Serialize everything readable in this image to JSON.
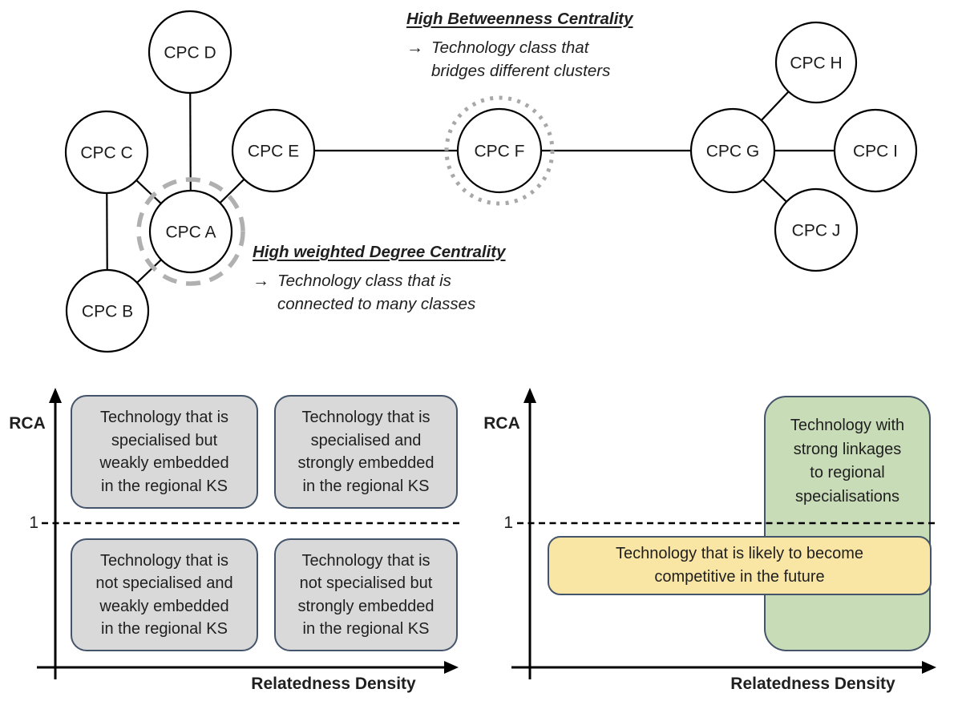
{
  "network": {
    "nodes": [
      {
        "label": "CPC A",
        "highlight": "dashed-ring"
      },
      {
        "label": "CPC B",
        "highlight": "none"
      },
      {
        "label": "CPC C",
        "highlight": "none"
      },
      {
        "label": "CPC D",
        "highlight": "none"
      },
      {
        "label": "CPC E",
        "highlight": "none"
      },
      {
        "label": "CPC F",
        "highlight": "dotted-ring"
      },
      {
        "label": "CPC G",
        "highlight": "none"
      },
      {
        "label": "CPC H",
        "highlight": "none"
      },
      {
        "label": "CPC I",
        "highlight": "none"
      },
      {
        "label": "CPC J",
        "highlight": "none"
      }
    ],
    "edges": [
      "A-B",
      "A-C",
      "A-D",
      "A-E",
      "B-C",
      "E-F",
      "F-G",
      "G-H",
      "G-I",
      "G-J"
    ],
    "betweenness_note": {
      "title": "High Betweenness Centrality",
      "arrow": "→",
      "lines": [
        "Technology class that",
        "bridges different clusters"
      ]
    },
    "degree_note": {
      "title": "High weighted Degree Centrality",
      "arrow": "→",
      "lines": [
        "Technology class that is",
        "connected to many classes"
      ]
    }
  },
  "left_chart": {
    "y_axis_label": "RCA",
    "y_tick": "1",
    "x_axis_label": "Relatedness Density",
    "quadrants": [
      {
        "position": "top-left",
        "lines": [
          "Technology that is",
          "specialised but",
          "weakly embedded",
          "in the regional KS"
        ]
      },
      {
        "position": "top-right",
        "lines": [
          "Technology that is",
          "specialised and",
          "strongly embedded",
          "in the regional KS"
        ]
      },
      {
        "position": "bottom-left",
        "lines": [
          "Technology that is",
          "not specialised and",
          "weakly embedded",
          "in the regional KS"
        ]
      },
      {
        "position": "bottom-right",
        "lines": [
          "Technology that is",
          "not specialised but",
          "strongly embedded",
          "in the regional KS"
        ]
      }
    ]
  },
  "right_chart": {
    "y_axis_label": "RCA",
    "y_tick": "1",
    "x_axis_label": "Relatedness Density",
    "green_box": {
      "lines": [
        "Technology with",
        "strong linkages",
        "to regional",
        "specialisations"
      ]
    },
    "yellow_box": {
      "lines": [
        "Technology that is likely to become",
        "competitive in the future"
      ]
    }
  },
  "colors": {
    "node_fill": "#ffffff",
    "node_stroke": "#000000",
    "highlight_ring_gray": "#b0b0b0",
    "quadrant_gray": "#d9d9d9",
    "box_border": "#44546a",
    "green_fill": "#c9dcb8",
    "yellow_fill": "#f9e6a4"
  }
}
